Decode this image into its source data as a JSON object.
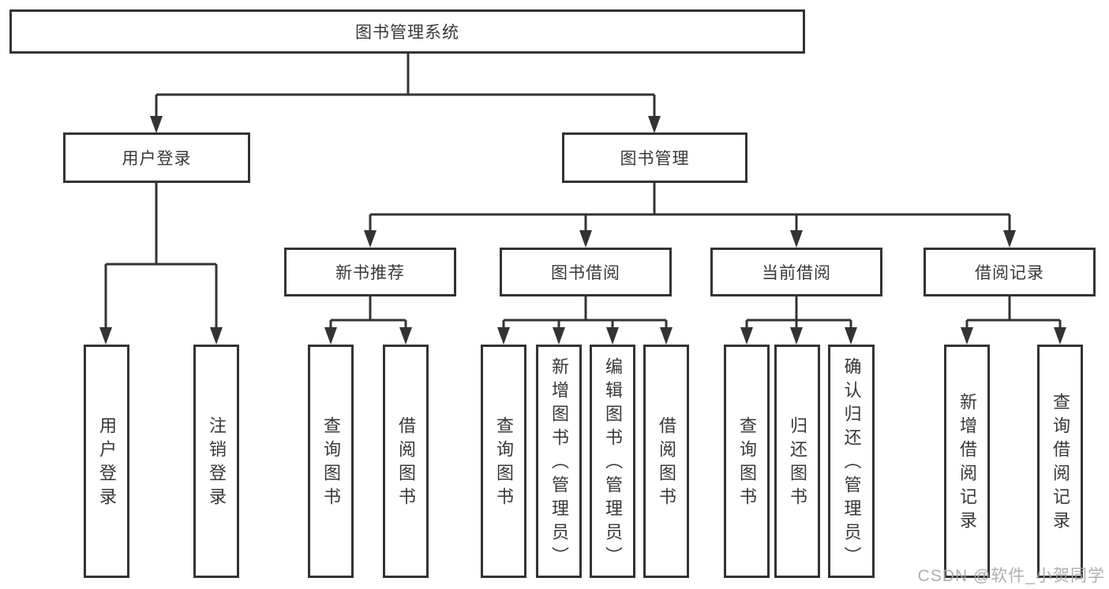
{
  "diagram": {
    "root": "图书管理系统",
    "branches": [
      {
        "label": "用户登录",
        "children": [
          "用户登录",
          "注销登录"
        ]
      },
      {
        "label": "图书管理",
        "sub": [
          {
            "label": "新书推荐",
            "children": [
              "查询图书",
              "借阅图书"
            ]
          },
          {
            "label": "图书借阅",
            "children": [
              "查询图书",
              "新增图书（管理员）",
              "编辑图书（管理员）",
              "借阅图书"
            ]
          },
          {
            "label": "当前借阅",
            "children": [
              "查询图书",
              "归还图书",
              "确认归还（管理员）"
            ]
          },
          {
            "label": "借阅记录",
            "children": [
              "新增借阅记录",
              "查询借阅记录"
            ]
          }
        ]
      }
    ]
  },
  "watermark": {
    "text": "CSDN @软件_小贺同学"
  },
  "colors": {
    "line": "#333333",
    "box_border": "#333333",
    "text": "#383838",
    "background": "#ffffff",
    "watermark": "#a6a6a6"
  }
}
